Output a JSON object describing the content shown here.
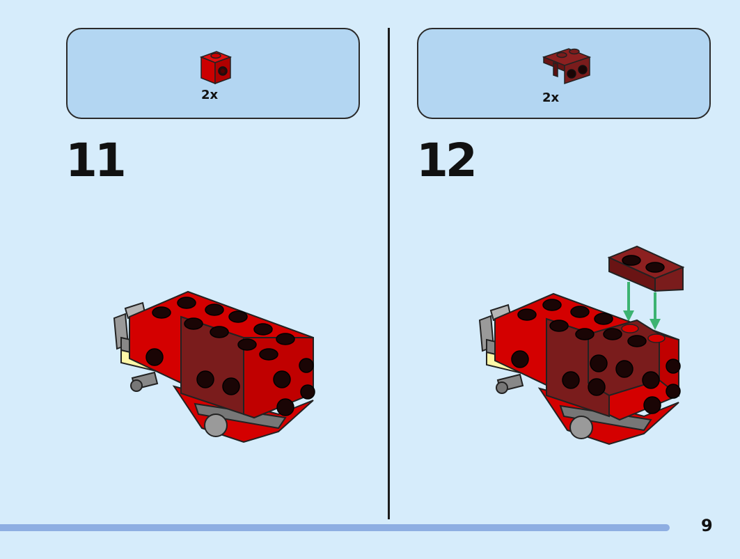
{
  "steps": [
    {
      "number": "11",
      "part": {
        "quantity": "2x",
        "icon": "red-1x1-brick-with-stud-icon",
        "color": "#d40000"
      }
    },
    {
      "number": "12",
      "part": {
        "quantity": "2x",
        "icon": "dark-red-bracket-plate-icon",
        "color": "#7a1c1c"
      }
    }
  ],
  "page_number": "9",
  "progress": 0.905,
  "colors": {
    "background": "#d6ecfb",
    "parts_box": "#b3d6f2",
    "red": "#d40000",
    "dark_red": "#7a1c1c",
    "arrow_green": "#3cb371",
    "progress": "#8eaee2"
  }
}
